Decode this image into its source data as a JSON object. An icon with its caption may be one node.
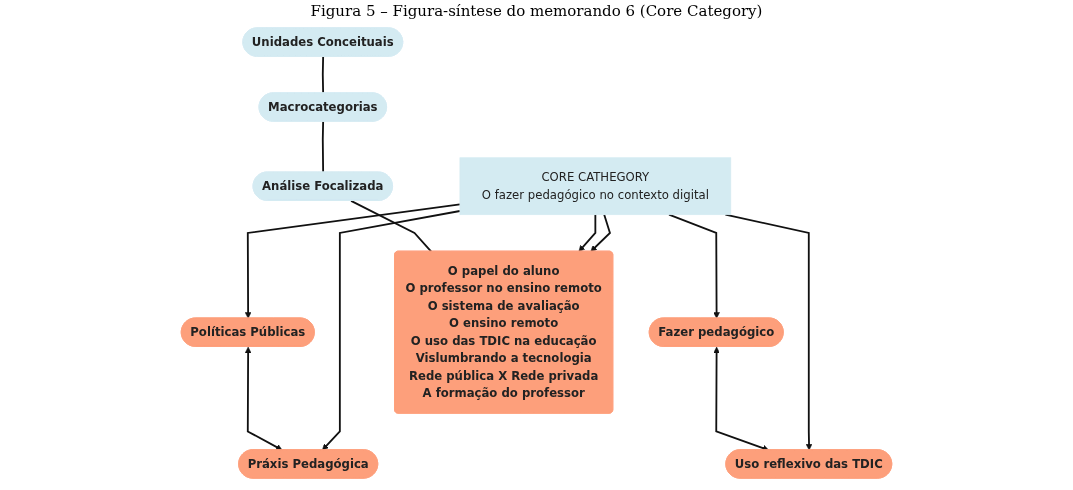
{
  "diagram": {
    "title": "Figura 5 – Figura-síntese do memorando 6 (Core Category)",
    "nodes": [
      {
        "text": [
          "CORE CATHEGORY",
          "O fazer pedagógico no contexto digital"
        ]
      },
      {
        "text": [
          "Unidades Conceituais"
        ]
      },
      {
        "text": [
          "Políticas Públicas"
        ]
      },
      {
        "text": [
          "Práxis Pedagógica"
        ]
      },
      {
        "text": [
          "Macrocategorias"
        ]
      },
      {
        "text": [
          "Fazer pedagógico"
        ]
      },
      {
        "text": [
          "Uso reflexivo das TDIC"
        ]
      },
      {
        "text": [
          "Análise Focalizada"
        ]
      },
      {
        "text": [
          "O papel do aluno",
          "O professor no ensino remoto",
          "O sistema de avaliação",
          "O ensino remoto",
          "O uso das TDIC na educação",
          "Vislumbrando a tecnologia",
          "Rede pública X Rede privada",
          "A formação do professor"
        ]
      }
    ],
    "edges": [
      {
        "from": 1,
        "to": 4,
        "arrow": "none"
      },
      {
        "from": 4,
        "to": 7,
        "arrow": "none"
      },
      {
        "from": 7,
        "to": 8,
        "arrow": "none"
      },
      {
        "from": 2,
        "to": 3,
        "arrow": "both"
      },
      {
        "from": 5,
        "to": 6,
        "arrow": "both"
      },
      {
        "from": 0,
        "to": 2,
        "arrow": "to"
      },
      {
        "from": 0,
        "to": 5,
        "arrow": "to"
      },
      {
        "from": 0,
        "to": 8,
        "arrow": "to"
      },
      {
        "from": 0,
        "to": 3,
        "arrow": "to"
      },
      {
        "from": 0,
        "to": 6,
        "arrow": "to"
      },
      {
        "from": 0,
        "to": 8,
        "arrow": "to"
      }
    ]
  }
}
